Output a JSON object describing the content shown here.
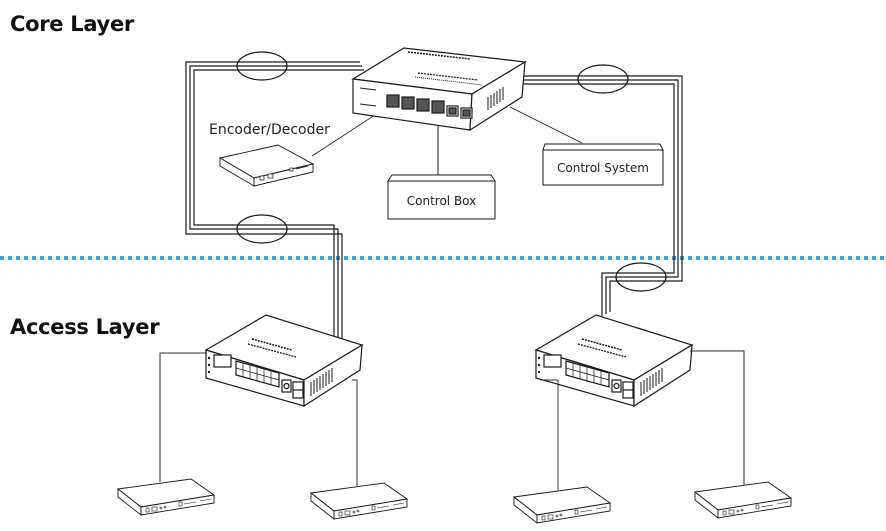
{
  "layers": {
    "core": {
      "title": "Core Layer"
    },
    "access": {
      "title": "Access Layer"
    }
  },
  "nodes": {
    "core_switch": {
      "type": "managed-switch",
      "ports": 6
    },
    "encoder_decoder": {
      "label": "Encoder/Decoder"
    },
    "control_box": {
      "label": "Control Box"
    },
    "control_system": {
      "label": "Control System"
    },
    "access_switches": [
      {
        "type": "access-switch",
        "position": "left"
      },
      {
        "type": "access-switch",
        "position": "right"
      }
    ],
    "endpoints": [
      {
        "type": "encoder-decoder",
        "uplink": "left-access-switch"
      },
      {
        "type": "encoder-decoder",
        "uplink": "left-access-switch"
      },
      {
        "type": "encoder-decoder",
        "uplink": "right-access-switch"
      },
      {
        "type": "encoder-decoder",
        "uplink": "right-access-switch"
      }
    ]
  },
  "links": [
    {
      "from": "core_switch",
      "to": "left-access-switch",
      "kind": "link-aggregation",
      "marker": "ellipse"
    },
    {
      "from": "core_switch",
      "to": "right-access-switch",
      "kind": "link-aggregation",
      "marker": "ellipse"
    },
    {
      "from": "core_switch",
      "to": "encoder_decoder",
      "kind": "single"
    },
    {
      "from": "core_switch",
      "to": "control_box",
      "kind": "single"
    },
    {
      "from": "core_switch",
      "to": "control_system",
      "kind": "single"
    }
  ],
  "colors": {
    "divider": "#3ba3e0",
    "line": "#1a1a1a",
    "device_fill": "#ffffff"
  }
}
